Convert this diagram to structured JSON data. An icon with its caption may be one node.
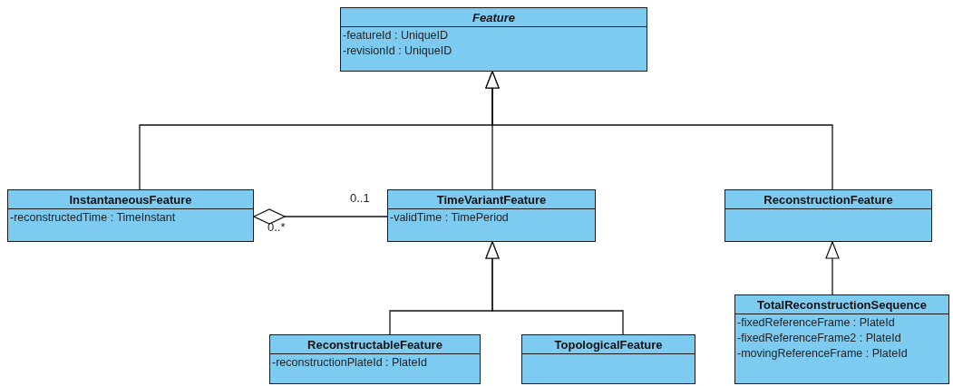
{
  "diagram": {
    "nodes": [
      {
        "text": [
          "Feature",
          "-featureId : UniqueID",
          "-revisionId : UniqueID"
        ]
      },
      {
        "text": [
          "InstantaneousFeature",
          "-reconstructedTime : TimeInstant"
        ]
      },
      {
        "text": [
          "TimeVariantFeature",
          "-validTime : TimePeriod"
        ]
      },
      {
        "text": [
          "ReconstructionFeature"
        ]
      },
      {
        "text": [
          "ReconstructableFeature",
          "-reconstructionPlateId : PlateId"
        ]
      },
      {
        "text": [
          "TopologicalFeature"
        ]
      },
      {
        "text": [
          "TotalReconstructionSequence",
          "-fixedReferenceFrame : PlateId",
          "-fixedReferenceFrame2 : PlateId",
          "-movingReferenceFrame : PlateId"
        ]
      }
    ],
    "edges": [
      {
        "from": 1,
        "to": 0,
        "arrow": "to"
      },
      {
        "from": 2,
        "to": 0,
        "arrow": "to"
      },
      {
        "from": 3,
        "to": 0,
        "arrow": "to"
      },
      {
        "from": 1,
        "to": 2,
        "arrow": "other"
      },
      {
        "from": 4,
        "to": 2,
        "arrow": "to"
      },
      {
        "from": 5,
        "to": 2,
        "arrow": "to"
      },
      {
        "from": 6,
        "to": 3,
        "arrow": "to"
      }
    ],
    "labels": [
      "0..1",
      "0..*"
    ]
  }
}
